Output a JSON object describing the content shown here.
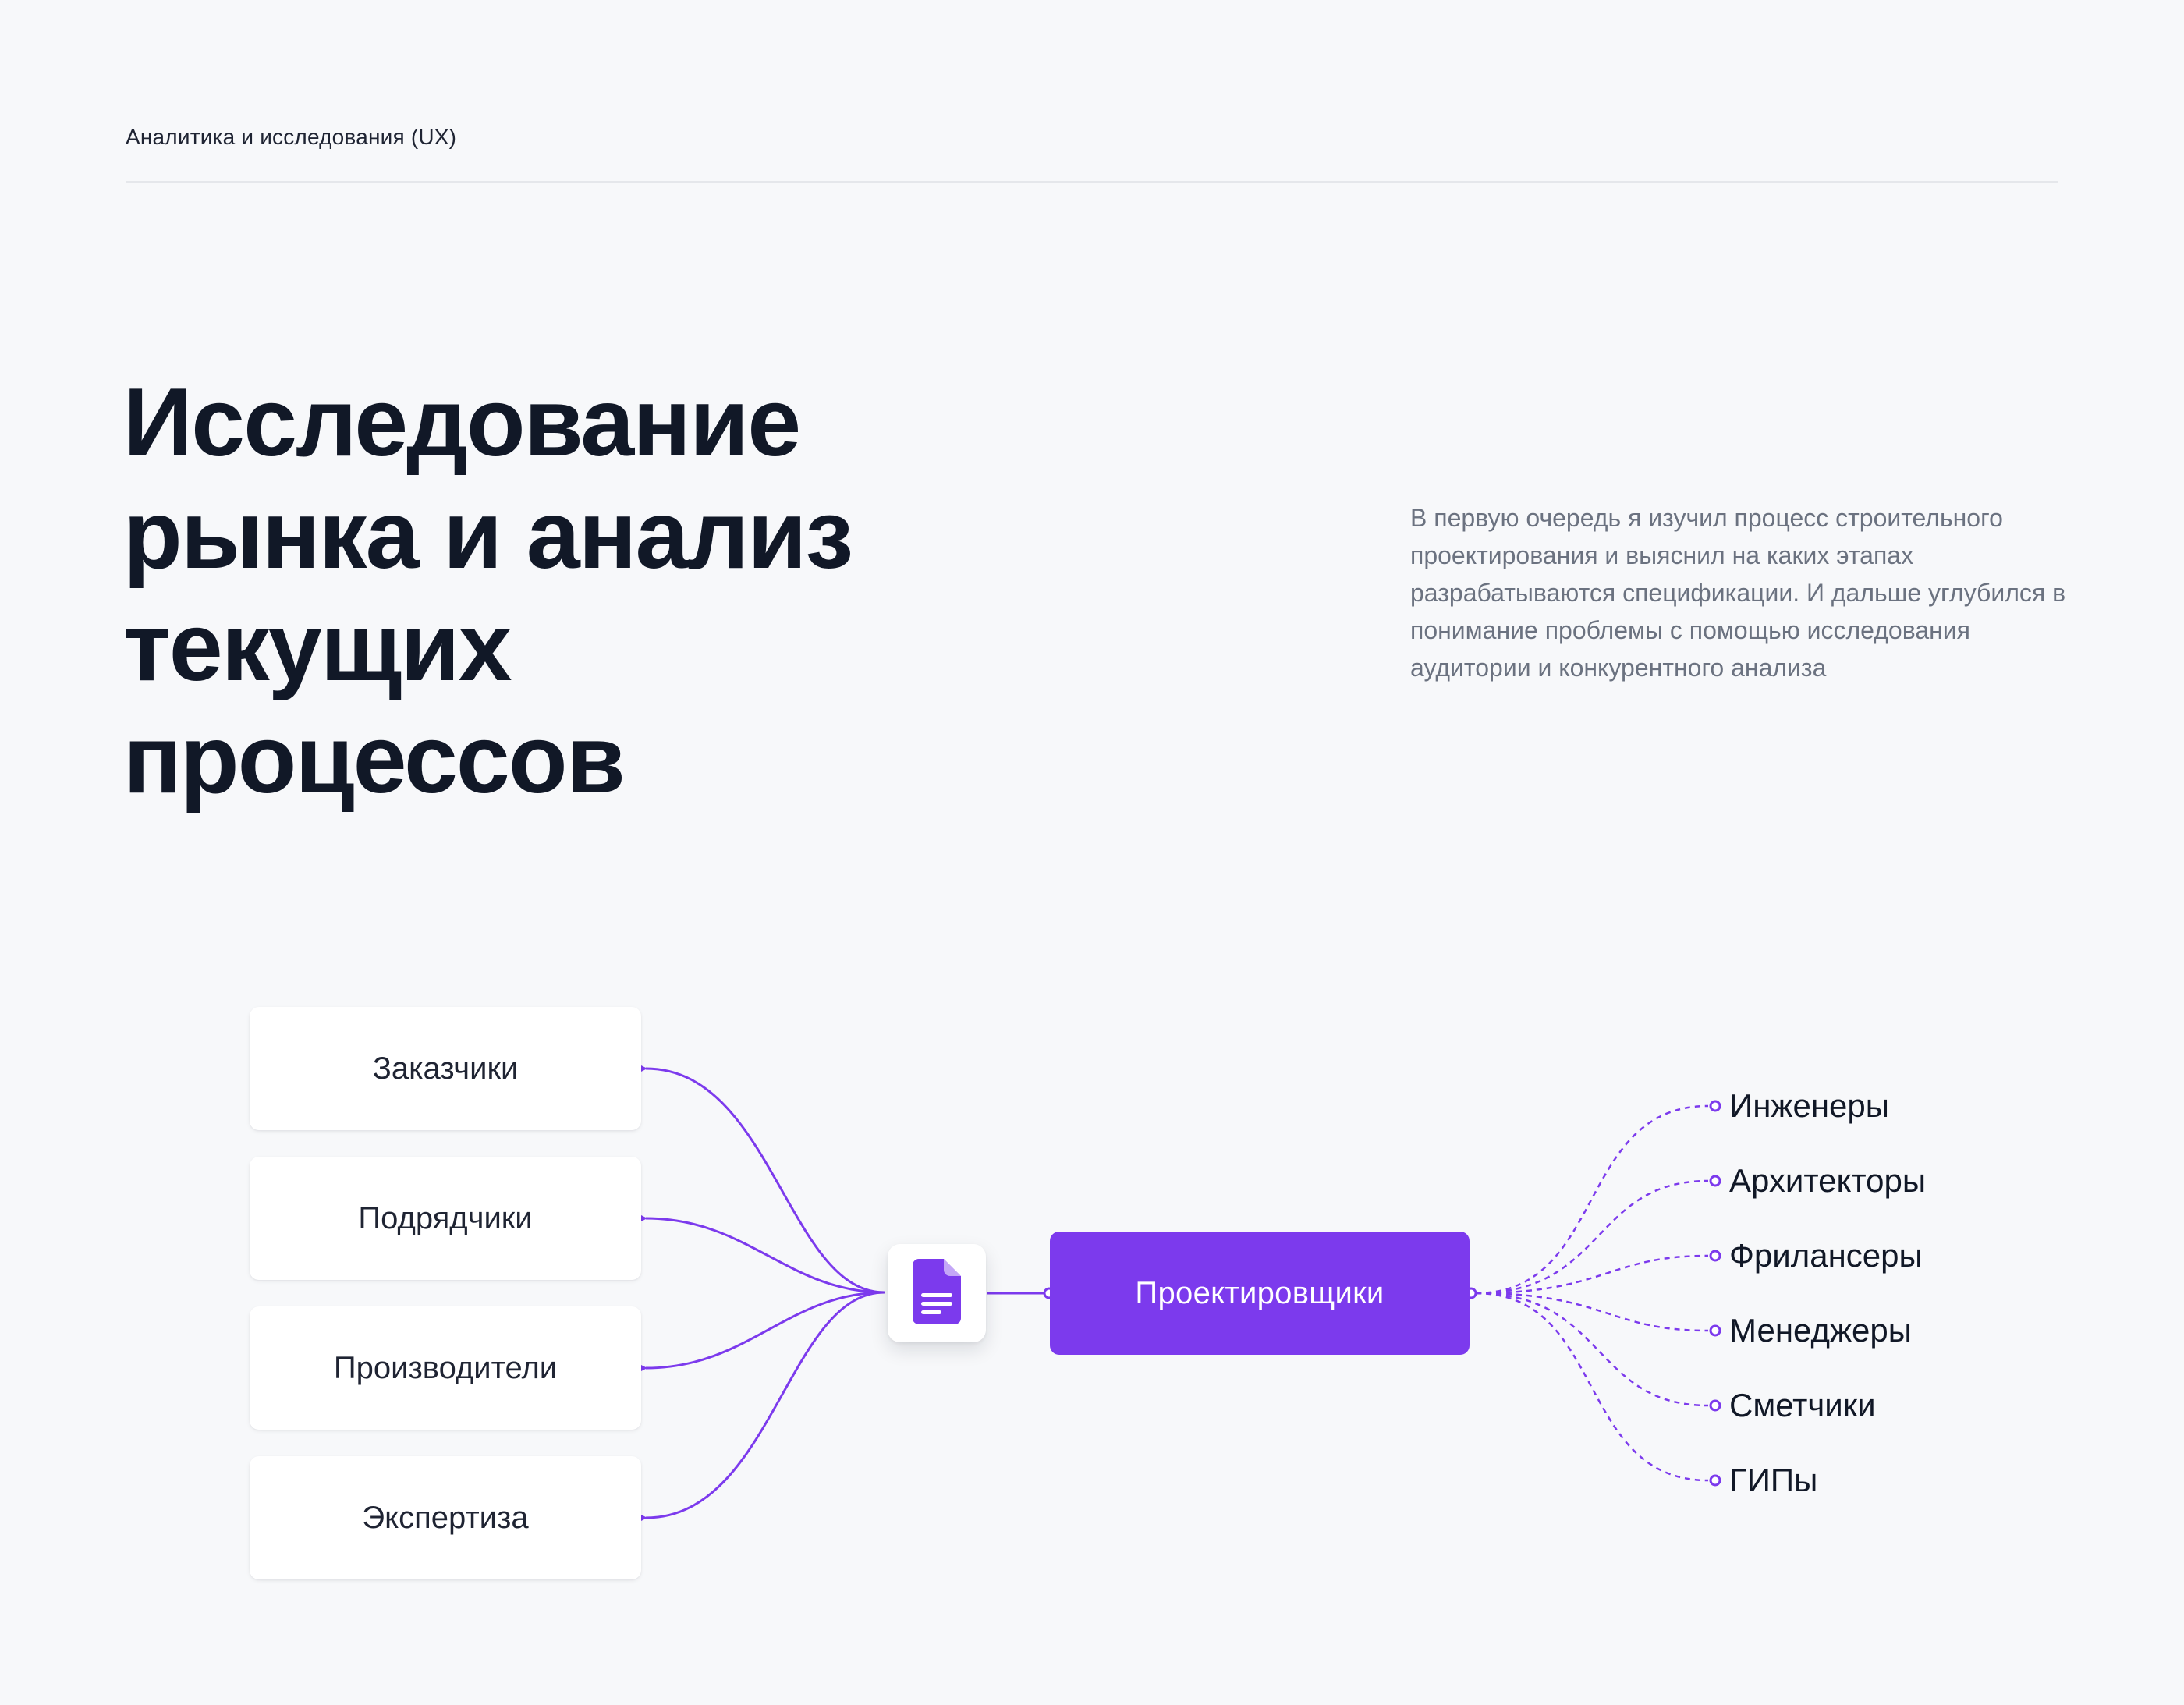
{
  "header": {
    "eyebrow": "Аналитика и исследования (UX)"
  },
  "hero": {
    "title_lines": [
      "Исследование",
      "рынка и анализ",
      "текущих",
      "процессов"
    ],
    "description": "В первую очередь я изучил процесс строительного проектирования и выяснил на каких этапах разрабатываются спецификации. И дальше углубился в понимание проблемы с помощью исследования аудитории и конкурентного анализа"
  },
  "diagram": {
    "hub_icon": "document-icon",
    "main_node": "Проектировщики",
    "left_nodes": [
      "Заказчики",
      "Подрядчики",
      "Производители",
      "Экспертиза"
    ],
    "right_nodes": [
      "Инженеры",
      "Архитекторы",
      "Фрилансеры",
      "Менеджеры",
      "Сметчики",
      "ГИПы"
    ],
    "colors": {
      "accent": "#7c3aed",
      "text": "#111827",
      "muted": "#6b7280",
      "background": "#f7f8fa"
    }
  }
}
